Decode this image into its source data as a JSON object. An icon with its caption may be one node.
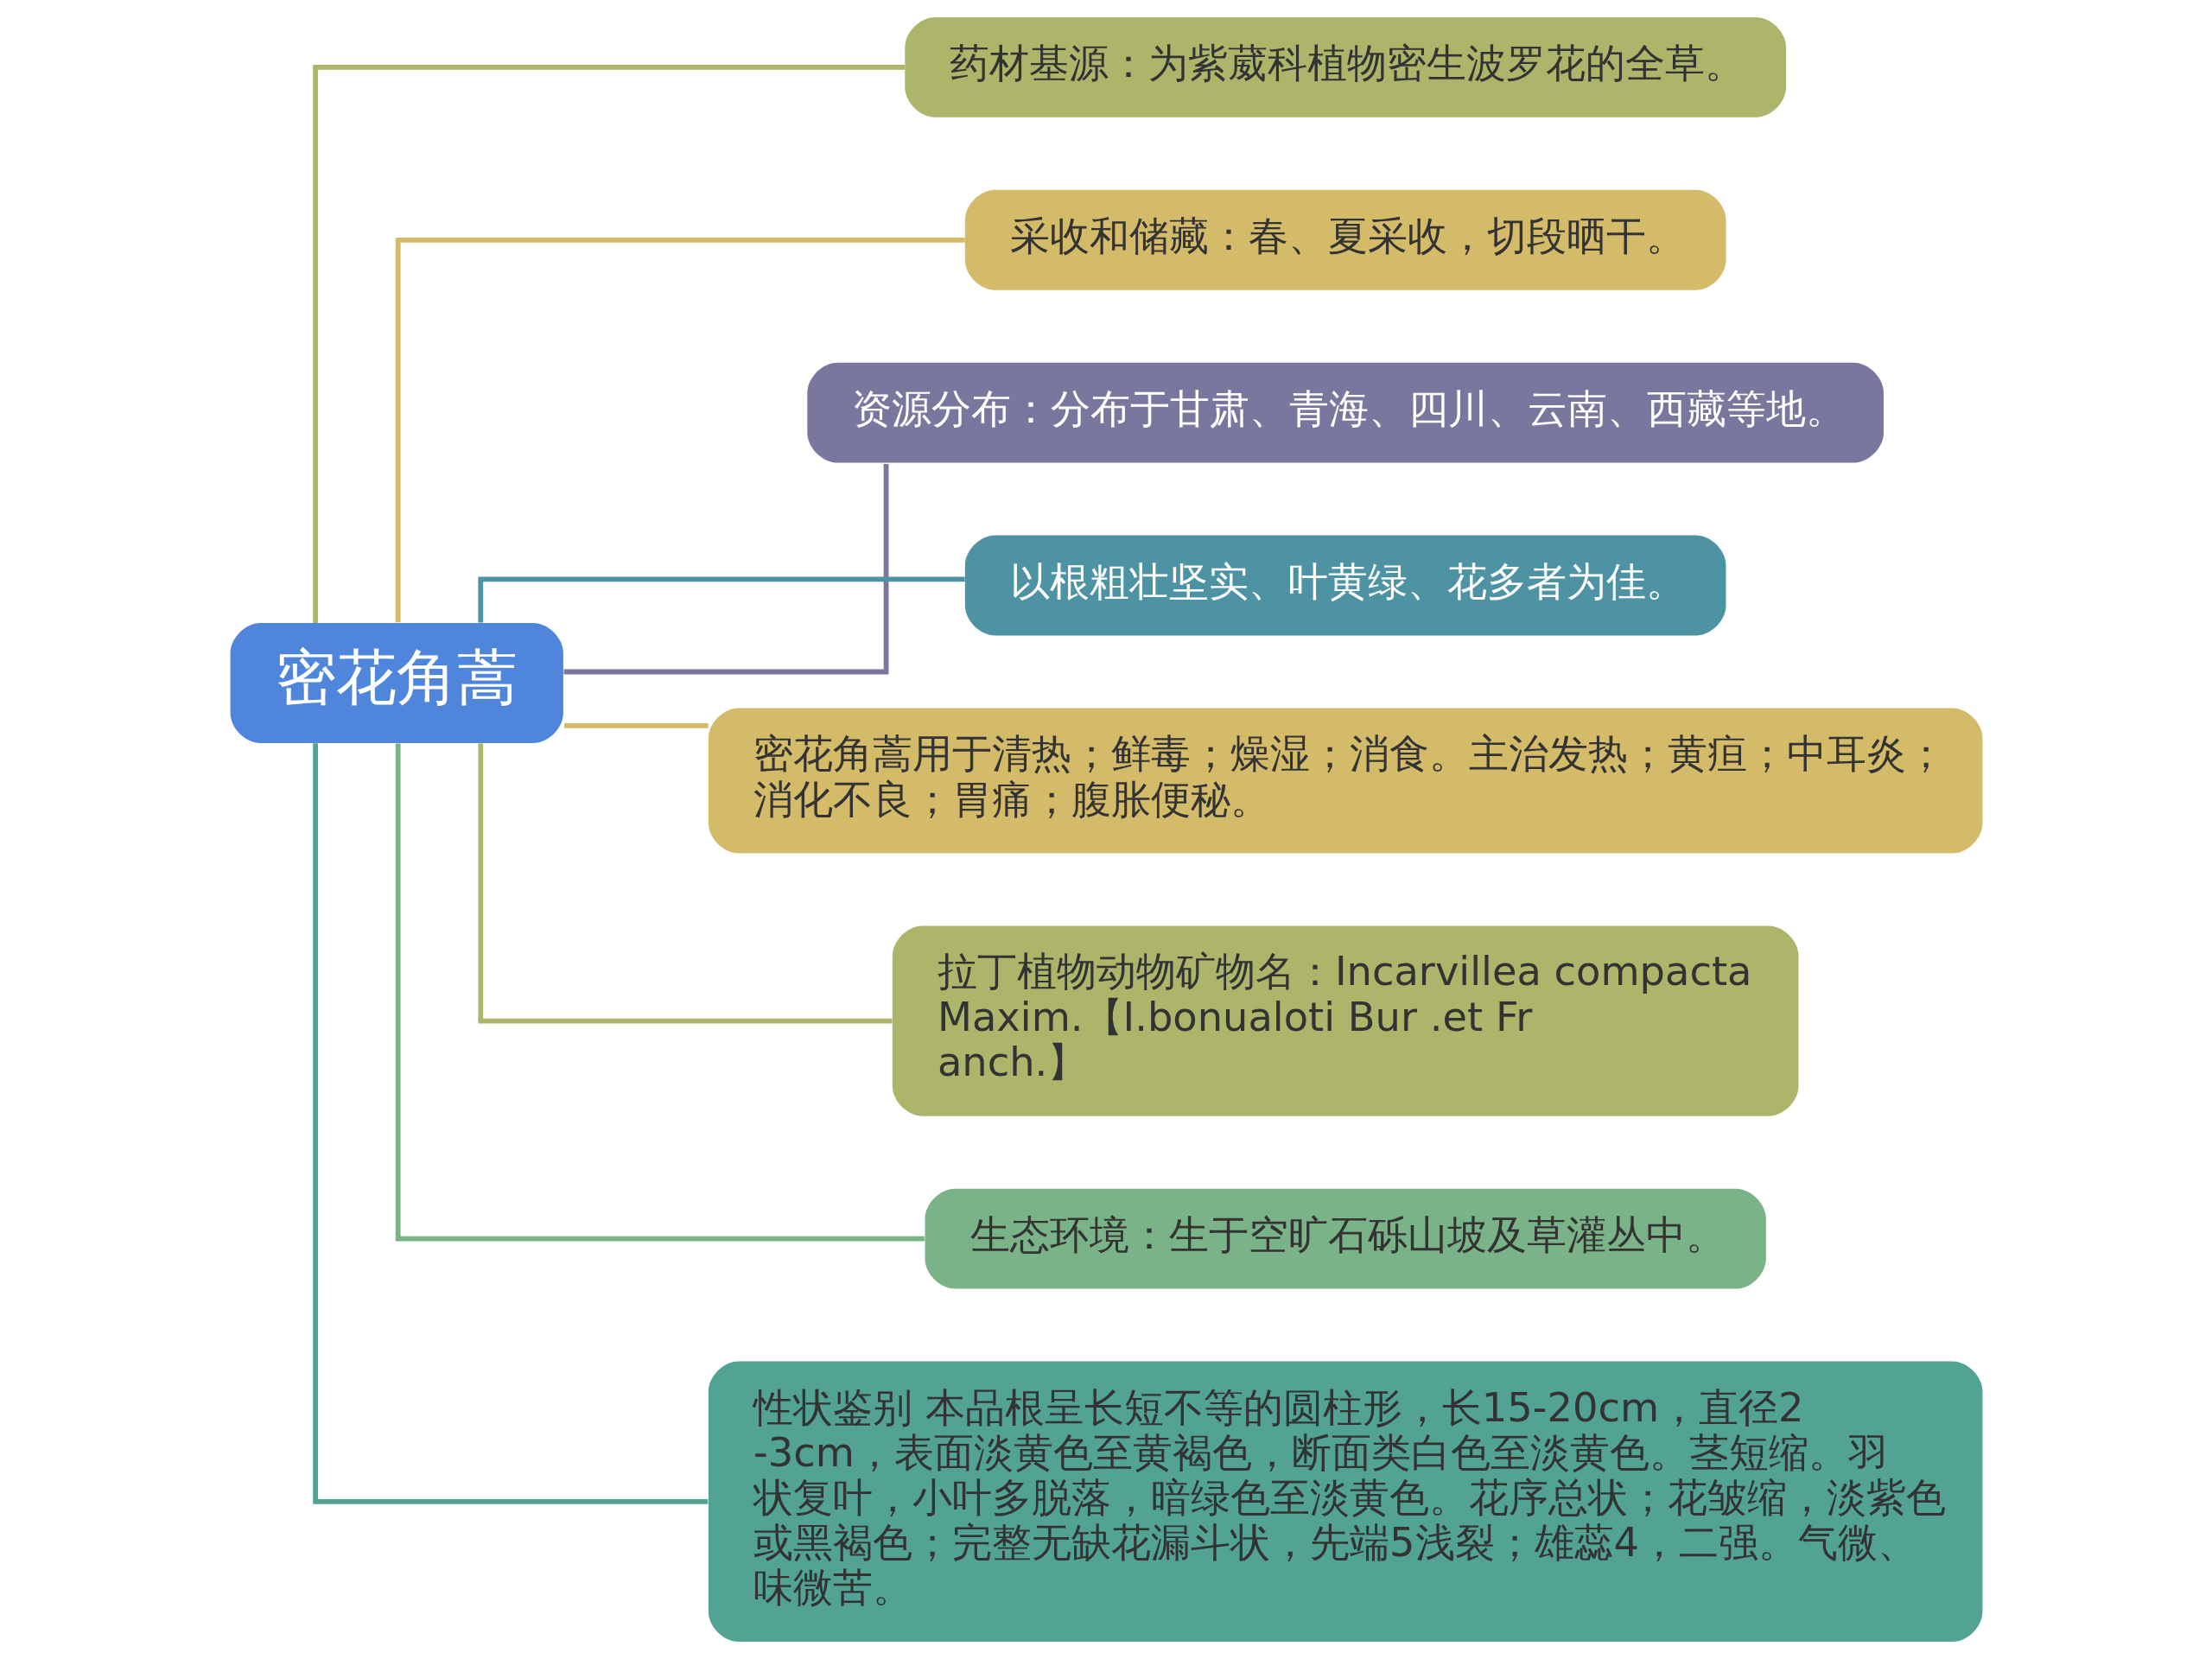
{
  "diagram": {
    "nodes": [
      {
        "text": [
          "密花角蒿"
        ]
      },
      {
        "text": [
          "药材基源：为紫葳科植物密生波罗花的全草。"
        ]
      },
      {
        "text": [
          "采收和储藏：春、夏采收，切段晒干。"
        ]
      },
      {
        "text": [
          "资源分布：分布于甘肃、青海、四川、云南、西藏等地。"
        ]
      },
      {
        "text": [
          "以根粗壮坚实、叶黄绿、花多者为佳。"
        ]
      },
      {
        "text": [
          "密花角蒿用于清热；鲜毒；燥湿；消食。主治发热；黄疸；中耳炎；消化不良；胃痛；腹胀便秘。"
        ]
      },
      {
        "text": [
          "拉丁植物动物矿物名：Incarvillea compacta Maxim.【I.bonualoti Bur .et Franch.】"
        ]
      },
      {
        "text": [
          "生态环境：生于空旷石砾山坡及草灌丛中。"
        ]
      },
      {
        "text": [
          "性状鉴别 本品根呈长短不等的圆柱形，长15-20cm，直径2-3cm，表面淡黄色至黄褐色，断面类白色至淡黄色。茎短缩。羽状复叶，小叶多脱落，暗绿色至淡黄色。花序总状；花皱缩，淡紫色或黑褐色；完整无缺花漏斗状，先端5浅裂；雄蕊4，二强。气微、味微苦。"
        ]
      }
    ],
    "edges": [
      {
        "from": 0,
        "to": 1,
        "arrow": "none",
        "color": "#adb56a"
      },
      {
        "from": 0,
        "to": 2,
        "arrow": "none",
        "color": "#d4bb6a"
      },
      {
        "from": 0,
        "to": 3,
        "arrow": "none",
        "color": "#7a779e"
      },
      {
        "from": 0,
        "to": 4,
        "arrow": "none",
        "color": "#4e93a3"
      },
      {
        "from": 0,
        "to": 5,
        "arrow": "none",
        "color": "#d4bb6a"
      },
      {
        "from": 0,
        "to": 6,
        "arrow": "none",
        "color": "#adb56a"
      },
      {
        "from": 0,
        "to": 7,
        "arrow": "none",
        "color": "#7ab388"
      },
      {
        "from": 0,
        "to": 8,
        "arrow": "none",
        "color": "#52a394"
      }
    ]
  }
}
